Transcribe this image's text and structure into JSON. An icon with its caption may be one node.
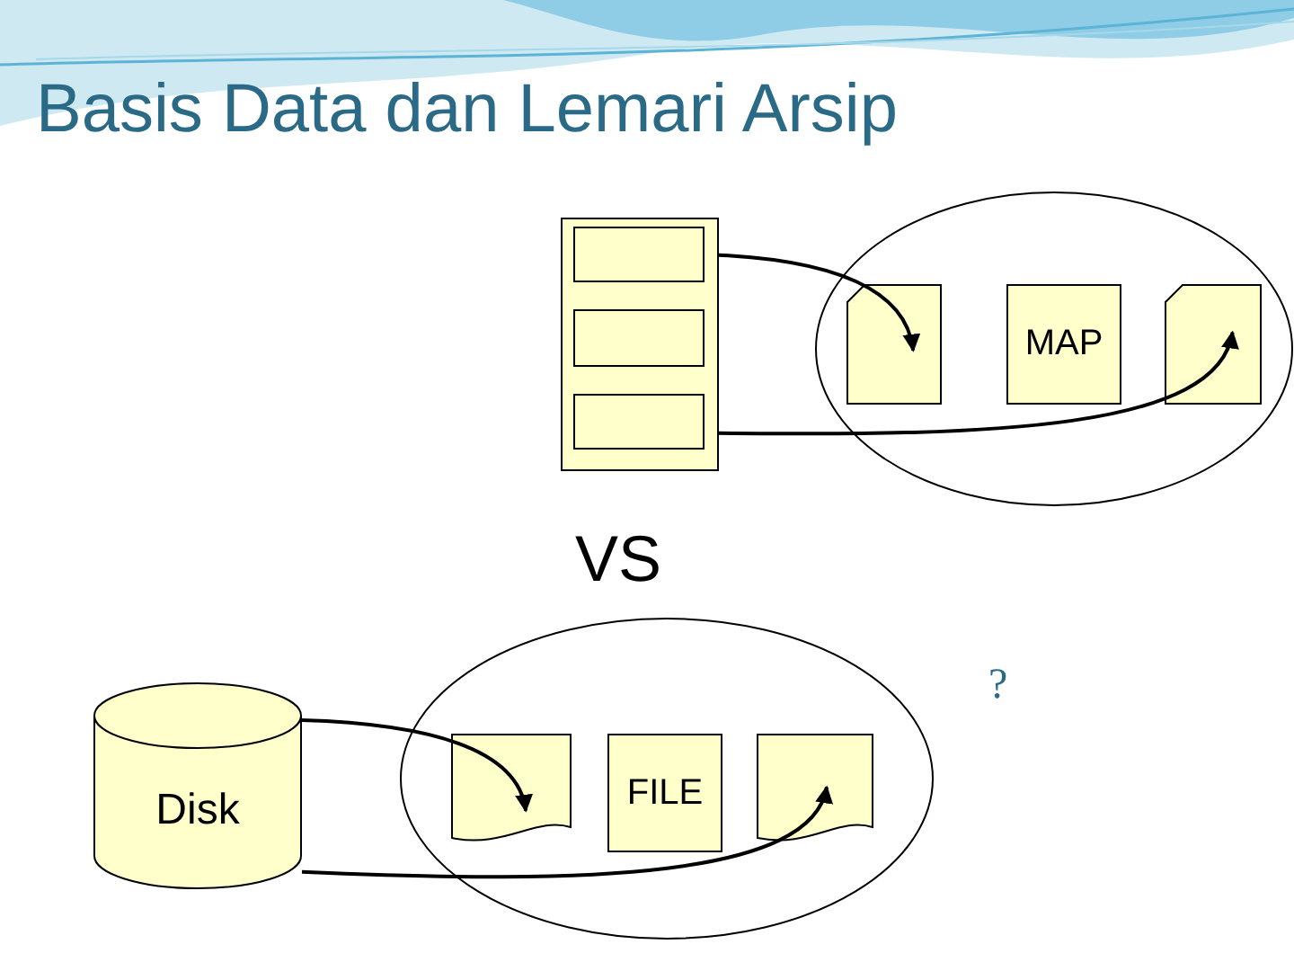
{
  "diagram": {
    "title": "Basis Data dan Lemari Arsip",
    "nodes": [
      {
        "text": [],
        "shape": "box"
      },
      {
        "text": [],
        "shape": "box",
        "in": 0
      },
      {
        "text": [],
        "shape": "box",
        "in": 0
      },
      {
        "text": [],
        "shape": "box",
        "in": 0
      },
      {
        "text": [],
        "shape": "ellipse"
      },
      {
        "text": [],
        "shape": "card",
        "in": 4
      },
      {
        "text": [
          "MAP"
        ],
        "in": 4
      },
      {
        "text": [],
        "shape": "card",
        "in": 4
      },
      {
        "text": [
          "Disk"
        ]
      },
      {
        "text": [],
        "shape": "ellipse"
      },
      {
        "text": [],
        "shape": "document",
        "in": 9
      },
      {
        "text": [
          "FILE"
        ],
        "in": 9
      },
      {
        "text": [],
        "shape": "document",
        "in": 9
      }
    ],
    "edges": [
      {
        "from": 1,
        "to": 5,
        "arrow": "to"
      },
      {
        "from": 3,
        "to": 7,
        "arrow": "to"
      },
      {
        "from": 8,
        "to": 10,
        "arrow": "to"
      },
      {
        "from": 8,
        "to": 12,
        "arrow": "to"
      }
    ],
    "labels": [
      "VS",
      "?"
    ]
  }
}
